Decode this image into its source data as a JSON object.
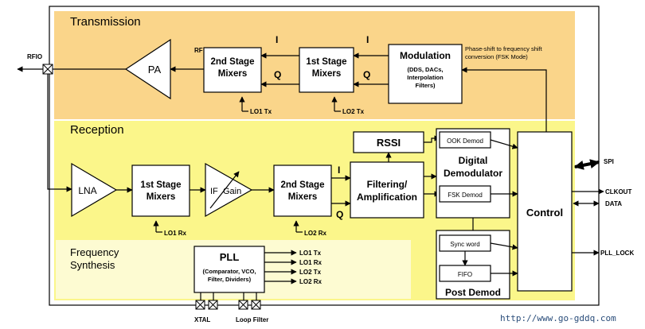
{
  "sections": {
    "transmission": "Transmission",
    "reception": "Reception",
    "frequency_synthesis": [
      "Frequency",
      "Synthesis"
    ]
  },
  "blocks": {
    "pa": "PA",
    "tx_mixer2": [
      "2nd Stage",
      "Mixers"
    ],
    "tx_mixer1": [
      "1st Stage",
      "Mixers"
    ],
    "modulation_title": "Modulation",
    "modulation_sub": [
      "(DDS, DACs,",
      "Interpolation",
      "Filters)"
    ],
    "modulation_note": [
      "Phase-shift to frequency shift",
      "conversion (FSK Mode)"
    ],
    "lna": "LNA",
    "rx_mixer1": [
      "1st Stage",
      "Mixers"
    ],
    "if_gain": [
      "IF",
      "Gain"
    ],
    "rx_mixer2": [
      "2nd Stage",
      "Mixers"
    ],
    "filtering": [
      "Filtering/",
      "Amplification"
    ],
    "rssi": "RSSI",
    "digital_demod": [
      "Digital",
      "Demodulator"
    ],
    "ook_demod": "OOK Demod",
    "fsk_demod": "FSK Demod",
    "control": "Control",
    "sync_word": "Sync word",
    "fifo": "FIFO",
    "post_demod": "Post Demod",
    "pll_title": "PLL",
    "pll_sub": [
      "(Comparator,  VCO,",
      "Filter, Dividers)"
    ]
  },
  "signals": {
    "rfio": "RFIO",
    "rf": "RF",
    "i": "I",
    "q": "Q",
    "lo1_tx": "LO1 Tx",
    "lo2_tx": "LO2 Tx",
    "lo1_rx": "LO1 Rx",
    "lo2_rx": "LO2 Rx",
    "pll_outputs": [
      "LO1 Tx",
      "LO1 Rx",
      "LO2 Tx",
      "LO2 Rx"
    ],
    "spi": "SPI",
    "clkout": "CLKOUT",
    "data": "DATA",
    "pll_lock": "PLL_LOCK",
    "xtal": "XTAL",
    "loop_filter": "Loop Filter"
  },
  "watermark": "http://www.go-gddq.com",
  "colors": {
    "transmission_bg": "#fad58a",
    "reception_bg": "#fbf68a",
    "synthesis_bg": "#fdfbd2"
  }
}
